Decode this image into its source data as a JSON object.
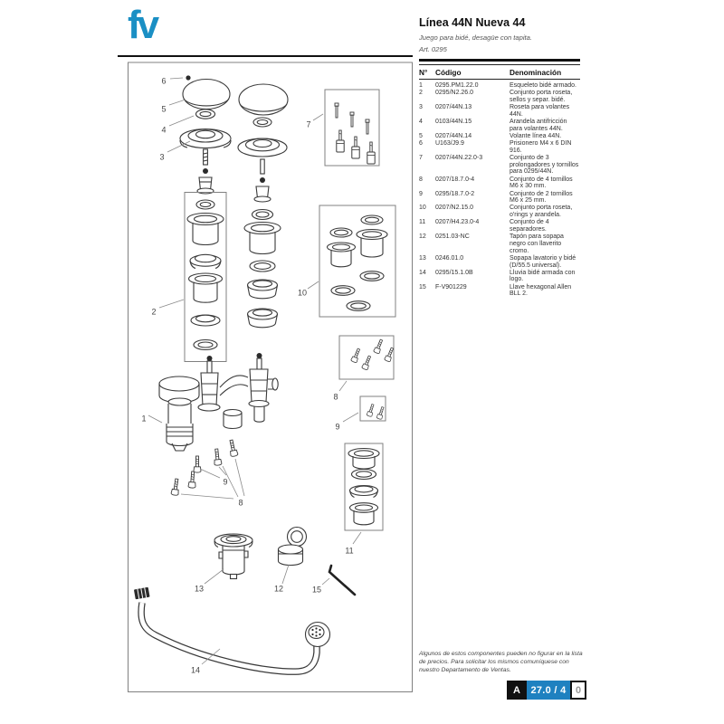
{
  "logo": {
    "text": "fv",
    "color": "#1a8fc4"
  },
  "header": {
    "title": "Línea 44N Nueva 44",
    "subtitle": "Juego para bidé, desagüe con tapita.",
    "art_number": "Art. 0295"
  },
  "parts_table": {
    "headers": {
      "num": "N°",
      "code": "Código",
      "name": "Denominación"
    },
    "rows": [
      {
        "n": "1",
        "code": "0295.PM1.22.0",
        "name": "Esqueleto bidé armado."
      },
      {
        "n": "2",
        "code": "0295/N2.26.0",
        "name": "Conjunto porta roseta, sellos y separ. bidé."
      },
      {
        "n": "3",
        "code": "0207/44N.13",
        "name": "Roseta para volantes 44N."
      },
      {
        "n": "4",
        "code": "0103/44N.15",
        "name": "Arandela antifricción para volantes 44N."
      },
      {
        "n": "5",
        "code": "0207/44N.14",
        "name": "Volante línea 44N."
      },
      {
        "n": "6",
        "code": "U163/J9.9",
        "name": "Prisionero M4 x 6 DIN 916."
      },
      {
        "n": "7",
        "code": "0207/44N.22.0-3",
        "name": "Conjunto de 3 prolongadores y tornillos para 0295/44N."
      },
      {
        "n": "8",
        "code": "0207/18.7.0-4",
        "name": "Conjunto de 4 tornillos M6 x 30 mm."
      },
      {
        "n": "9",
        "code": "0295/18.7.0-2",
        "name": "Conjunto de 2 tornillos M6 x 25 mm."
      },
      {
        "n": "10",
        "code": "0207/N2.15.0",
        "name": "Conjunto porta roseta, o'rings y arandela."
      },
      {
        "n": "11",
        "code": "0207/H4.23.0-4",
        "name": "Conjunto de 4 separadores."
      },
      {
        "n": "12",
        "code": "0251.03-NC",
        "name": "Tapón para sopapa negro con llaverito cromo."
      },
      {
        "n": "13",
        "code": "0246.01.0",
        "name": "Sopapa lavatorio y bidé (D/55.5 universal)."
      },
      {
        "n": "14",
        "code": "0295/15.1.0B",
        "name": "Lluvia bidé armada con logo."
      },
      {
        "n": "15",
        "code": "F-V901229",
        "name": "Llave hexagonal Allen BLL 2."
      }
    ]
  },
  "diagram": {
    "callouts": [
      "6",
      "5",
      "4",
      "3",
      "2",
      "1",
      "9",
      "8",
      "7",
      "10",
      "8",
      "9",
      "11",
      "13",
      "12",
      "15",
      "14"
    ]
  },
  "footer": {
    "note": "Algunos de estos componentes pueden no figurar en la lista de precios. Para solicitar los mismos comuníquese con nuestro Departamento de Ventas.",
    "page_badge": {
      "section": "A",
      "page": "27.0 / 4",
      "sub": "0",
      "blue": "#1f81c0"
    }
  }
}
